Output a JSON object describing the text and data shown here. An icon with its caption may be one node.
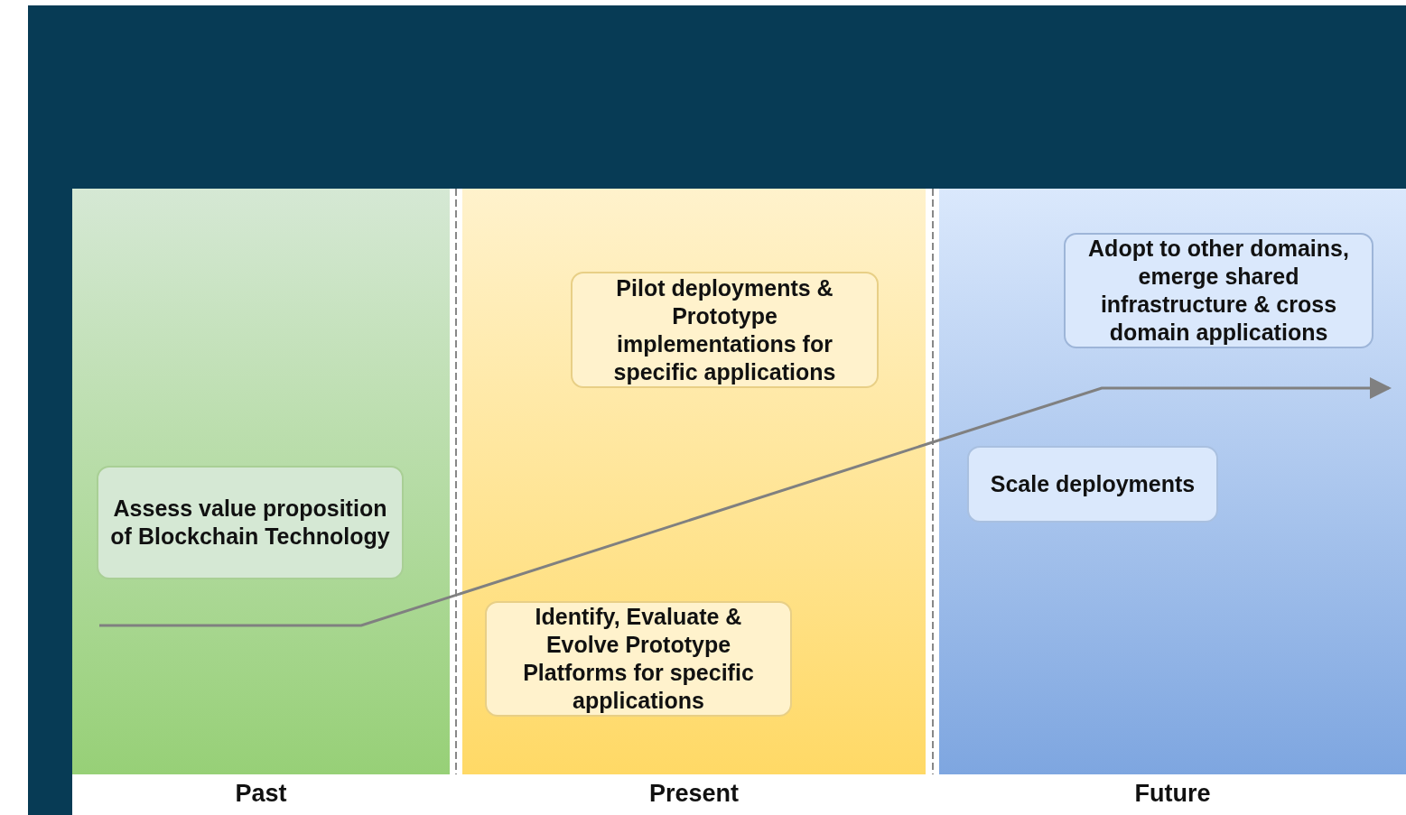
{
  "diagram": {
    "nodes": [
      {
        "text": [
          "Past"
        ]
      },
      {
        "text": [
          "Assess value proposition of Blockchain Technology"
        ],
        "in": 0
      },
      {
        "text": [
          "Present"
        ]
      },
      {
        "text": [
          "Pilot deployments & Prototype implementations for specific applications"
        ],
        "in": 2
      },
      {
        "text": [
          "Identify, Evaluate & Evolve Prototype Platforms for specific applications"
        ],
        "in": 2
      },
      {
        "text": [
          "Future"
        ]
      },
      {
        "text": [
          "Adopt to other domains, emerge shared infrastructure & cross domain applications"
        ],
        "in": 5
      },
      {
        "text": [
          "Scale deployments"
        ],
        "in": 5
      }
    ]
  }
}
